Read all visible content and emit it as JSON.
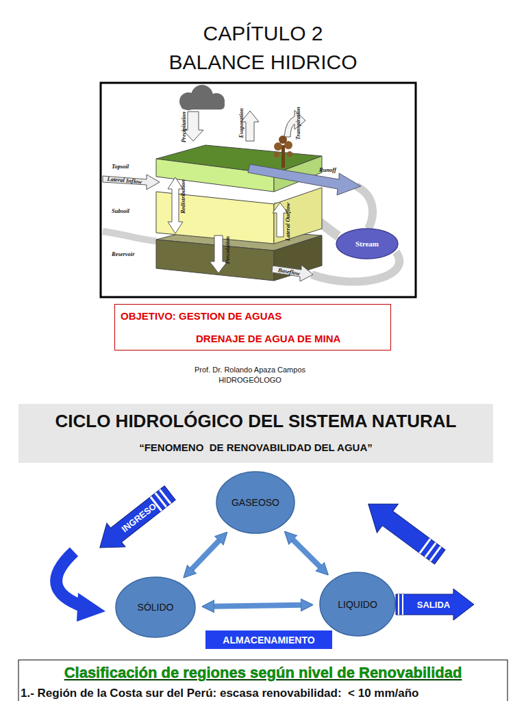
{
  "diagram": {
    "title": "CAPÍTULO 2 BALANCE HIDRICO",
    "nodes": [
      {
        "text": [
          "Stream"
        ]
      },
      {
        "text": [
          "OBJETIVO: GESTION DE AGUAS",
          "DRENAJE DE AGUA DE MINA"
        ]
      },
      {
        "text": [
          "CICLO HIDROLÓGICO DEL SISTEMA NATURAL",
          "“FENOMENO  DE RENOVABILIDAD DEL AGUA”"
        ]
      },
      {
        "text": [
          "GASEOSO"
        ]
      },
      {
        "text": [
          "INGRESO"
        ]
      },
      {
        "text": [
          "SÓLIDO"
        ]
      },
      {
        "text": [
          "LIQUIDO"
        ]
      },
      {
        "text": [
          "SALIDA"
        ]
      },
      {
        "text": [
          "ALMACENAMIENTO"
        ]
      }
    ],
    "edges": [
      {
        "from": 3,
        "to": 5,
        "arrow": "both"
      },
      {
        "from": 3,
        "to": 6,
        "arrow": "both"
      },
      {
        "from": 5,
        "to": 6,
        "arrow": "both"
      }
    ],
    "labels": [
      "Precipitation",
      "Evaporation",
      "Transpiration",
      "Topsoil",
      "Lateral Inflow",
      "Redistribution",
      "Runoff",
      "Subsoil",
      "Lateral Outflow",
      "Reservoir",
      "Percolation",
      "Baseflow",
      "Prof. Dr. Rolando Apaza Campos",
      "HIDROGEÓLOGO",
      "Clasificación de regiones según nivel de Renovabilidad",
      "1.- Región de la Costa sur del Perú: escasa renovabilidad:  < 10 mm/año"
    ]
  }
}
